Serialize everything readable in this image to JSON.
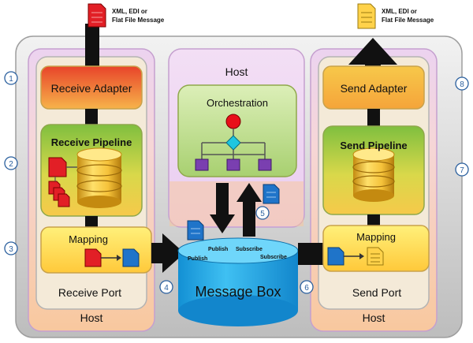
{
  "input_message": {
    "line1": "XML, EDI or",
    "line2": "Flat File Message"
  },
  "output_message": {
    "line1": "XML, EDI or",
    "line2": "Flat File Message"
  },
  "receive": {
    "adapter": "Receive Adapter",
    "pipeline": "Receive Pipeline",
    "mapping": "Mapping",
    "port": "Receive Port",
    "host": "Host"
  },
  "orchestration_host": {
    "host": "Host",
    "orchestration": "Orchestration"
  },
  "send": {
    "adapter": "Send Adapter",
    "pipeline": "Send Pipeline",
    "mapping": "Mapping",
    "port": "Send Port",
    "host": "Host"
  },
  "message_box": {
    "label": "Message Box",
    "publish_left": "Publish",
    "publish_center": "Publish",
    "subscribe_center": "Subscribe",
    "subscribe_right": "Subscribe"
  },
  "steps": [
    "1",
    "2",
    "3",
    "4",
    "5",
    "6",
    "7",
    "8"
  ],
  "colors": {
    "frame": "#bdbdbd",
    "host_peach": "#f8c89e",
    "host_lavender": "#ecd3f0",
    "adapter_red": "#e8442a",
    "pipeline_green": "#8cc441",
    "mapping_yellow": "#ffd84a",
    "orch_green": "#b4d77a",
    "message_box_blue": "#22a8e8",
    "doc_red": "#e21f26",
    "doc_blue": "#1f74c9",
    "doc_yellow": "#ffd24a",
    "arrow": "#111111"
  }
}
